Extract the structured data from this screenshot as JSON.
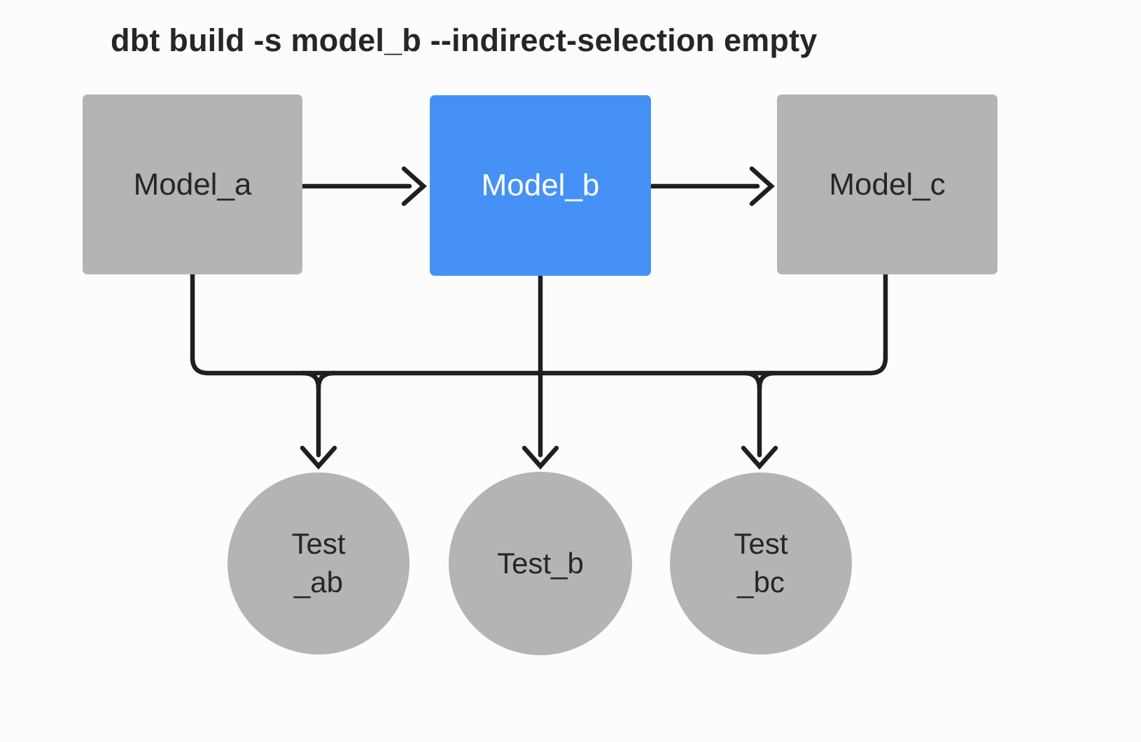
{
  "title": "dbt build -s model_b --indirect-selection empty",
  "colors": {
    "background": "#fcfcfc",
    "node_gray": "#b4b4b4",
    "node_selected_blue": "#4691f5",
    "edge": "#1f1f1f",
    "text_dark": "#262626",
    "text_on_blue": "#ffffff"
  },
  "nodes": {
    "model_a": {
      "label": "Model_a",
      "selected": false
    },
    "model_b": {
      "label": "Model_b",
      "selected": true
    },
    "model_c": {
      "label": "Model_c",
      "selected": false
    },
    "test_ab": {
      "line1": "Test",
      "line2": "_ab"
    },
    "test_b": {
      "label": "Test_b"
    },
    "test_bc": {
      "line1": "Test",
      "line2": "_bc"
    }
  },
  "edges": [
    "model_a -> model_b",
    "model_b -> model_c",
    "model_a -> test_ab",
    "model_b -> test_ab",
    "model_b -> test_b",
    "model_b -> test_bc",
    "model_c -> test_bc"
  ]
}
